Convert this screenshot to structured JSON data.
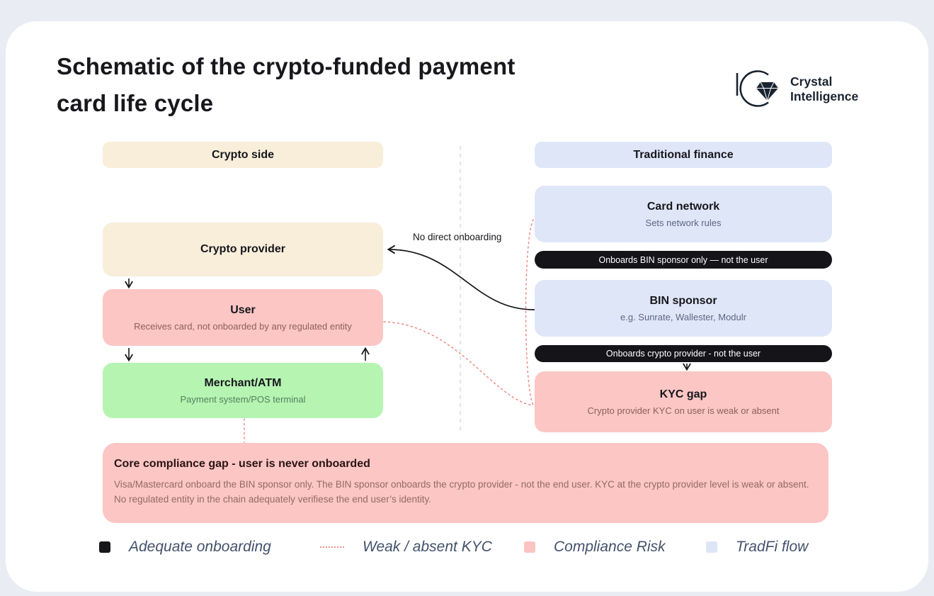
{
  "page": {
    "title_line1": "Schematic of the crypto-funded payment",
    "title_line2": "card life cycle",
    "brand": {
      "line1": "Crystal",
      "line2": "Intelligence"
    }
  },
  "columns": {
    "crypto_header": "Crypto side",
    "tradfi_header": "Traditional finance"
  },
  "nodes": {
    "crypto_provider": {
      "title": "Crypto provider"
    },
    "user": {
      "title": "User",
      "subtitle": "Receives card, not onboarded by any regulated entity"
    },
    "merchant": {
      "title": "Merchant/ATM",
      "subtitle": "Payment system/POS terminal"
    },
    "card_network": {
      "title": "Card network",
      "subtitle": "Sets network rules"
    },
    "bin_sponsor": {
      "title": "BIN sponsor",
      "subtitle": "e.g. Sunrate, Wallester, Modulr"
    },
    "kyc_gap": {
      "title": "KYC gap",
      "subtitle": "Crypto provider KYC on user is weak or absent"
    }
  },
  "pills": {
    "onboards_bin": "Onboards BIN sponsor only — not the user",
    "onboards_crypto": "Onboards crypto provider - not the user"
  },
  "annotations": {
    "no_direct_onboarding": "No direct onboarding"
  },
  "core_gap": {
    "title": "Core compliance gap  - user is never onboarded",
    "body": "Visa/Mastercard onboard the BIN sponsor only. The BIN sponsor onboards the crypto provider - not the end user. KYC at the crypto provider level is weak or absent. No regulated entity in the chain adequately verifiese the end user’s identity."
  },
  "legend": [
    {
      "label": "Adequate onboarding",
      "swatch": "black-square"
    },
    {
      "label": "Weak / absent KYC",
      "swatch": "dotted-line"
    },
    {
      "label": "Compliance Risk",
      "swatch": "pink-square"
    },
    {
      "label": "TradFi flow",
      "swatch": "lavender-square"
    }
  ],
  "colors": {
    "background": "#e9edf3",
    "card": "#ffffff",
    "cream": "#f8eeda",
    "pink": "#fcc6c4",
    "green": "#b6f4b2",
    "lavender": "#dfe6f8",
    "black_pill": "#141419",
    "dotted_kyc_line": "#ee8f88",
    "legend_text": "#43516b"
  }
}
